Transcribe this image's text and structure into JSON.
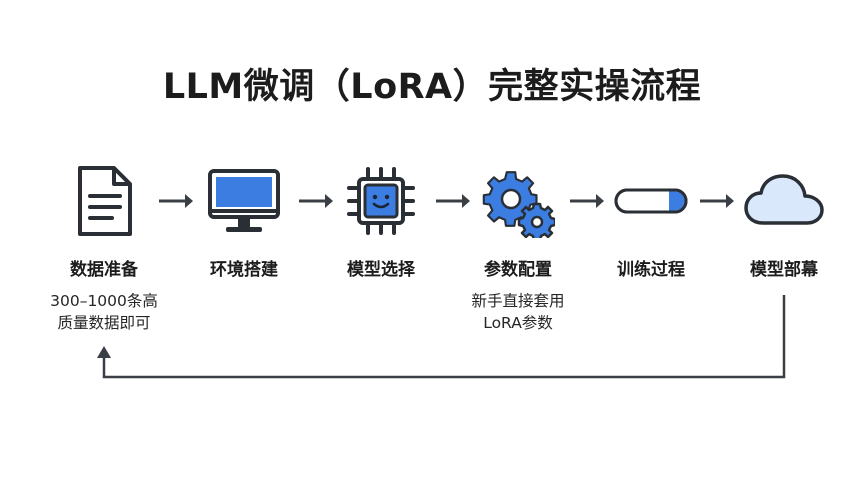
{
  "title": "LLM微调（LoRA）完整实操流程",
  "colors": {
    "accent": "#3b7de0",
    "light_blue": "#d9e8fb",
    "stroke": "#2a2f36",
    "arrow": "#3a3f45"
  },
  "steps": [
    {
      "label": "数据准备",
      "desc": "300–1000条高\n质量数据即可",
      "icon": "document-icon"
    },
    {
      "label": "环境搭建",
      "desc": "",
      "icon": "monitor-icon"
    },
    {
      "label": "模型选择",
      "desc": "",
      "icon": "chip-icon"
    },
    {
      "label": "参数配置",
      "desc": "新手直接套用\nLoRA参数",
      "icon": "gears-icon"
    },
    {
      "label": "训练过程",
      "desc": "",
      "icon": "progress-bar-icon"
    },
    {
      "label": "模型部幕",
      "desc": "",
      "icon": "cloud-icon"
    }
  ]
}
